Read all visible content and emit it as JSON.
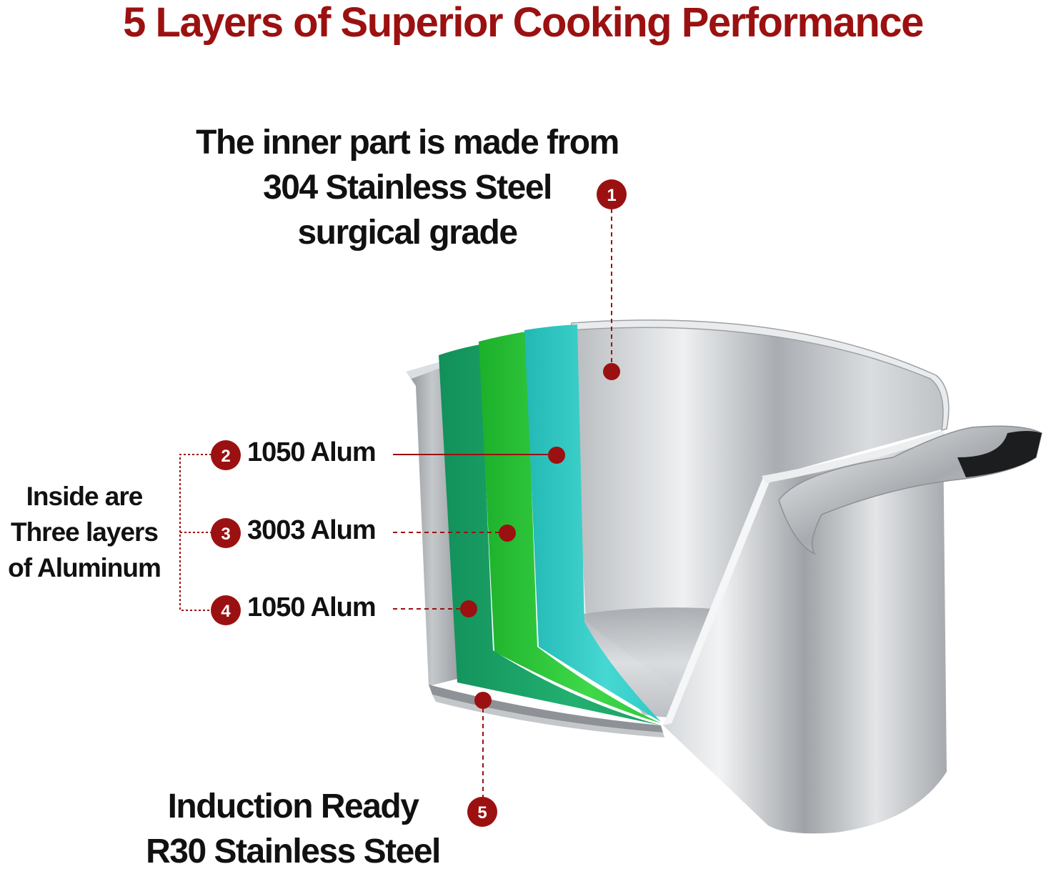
{
  "title": "5 Layers of Superior Cooking Performance",
  "colors": {
    "accent": "#9b1111",
    "layer_teal": "#2fc9c5",
    "layer_green": "#2fc93c",
    "layer_dark_green": "#1aa065",
    "steel": "#c9cccf"
  },
  "layers": {
    "inner": {
      "number": "1",
      "line1": "The inner part is made from",
      "line2": "304 Stainless Steel",
      "line3": "surgical grade"
    },
    "alum_a": {
      "number": "2",
      "label": "1050 Alum"
    },
    "alum_b": {
      "number": "3",
      "label": "3003 Alum"
    },
    "alum_c": {
      "number": "4",
      "label": "1050 Alum"
    },
    "outer": {
      "number": "5",
      "line1": "Induction Ready",
      "line2": "R30 Stainless Steel"
    }
  },
  "aluminum_group": {
    "line1": "Inside are",
    "line2": "Three layers",
    "line3": "of Aluminum"
  }
}
